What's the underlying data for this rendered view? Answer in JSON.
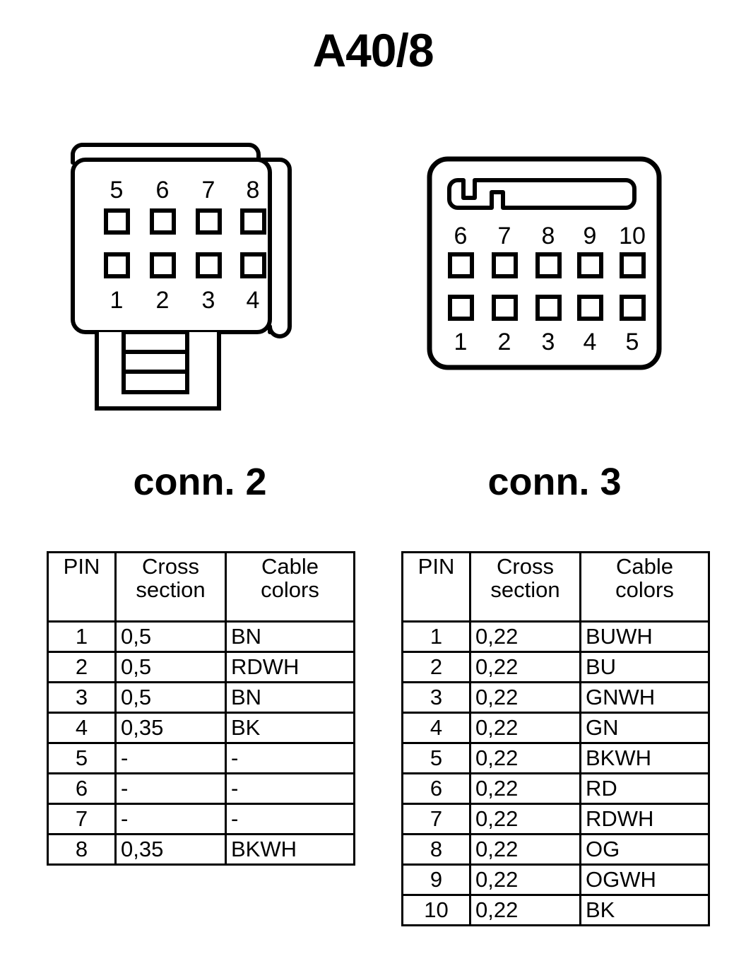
{
  "title": "A40/8",
  "colors": {
    "ink": "#000000",
    "background": "#ffffff"
  },
  "connectors": [
    {
      "id": "conn-2",
      "caption": "conn. 2",
      "shape": "rounded-rect-with-backplate-and-latch-tab",
      "pin_count": 8,
      "grid": {
        "cols": 4,
        "rows": 2
      },
      "pin_labels_top": [
        "5",
        "6",
        "7",
        "8"
      ],
      "pin_labels_bottom": [
        "1",
        "2",
        "3",
        "4"
      ]
    },
    {
      "id": "conn-3",
      "caption": "conn. 3",
      "shape": "rounded-rect-with-notched-latch-bar",
      "pin_count": 10,
      "grid": {
        "cols": 5,
        "rows": 2
      },
      "pin_labels_top": [
        "6",
        "7",
        "8",
        "9",
        "10"
      ],
      "pin_labels_bottom": [
        "1",
        "2",
        "3",
        "4",
        "5"
      ]
    }
  ],
  "tables": [
    {
      "id": "pin-table-2",
      "for_connector": "conn. 2",
      "headers": {
        "pin": "PIN",
        "cross_line1": "Cross",
        "cross_line2": "section",
        "color_line1": "Cable",
        "color_line2": "colors"
      },
      "rows": [
        {
          "pin": "1",
          "cross_section": "0,5",
          "cable_colors": "BN"
        },
        {
          "pin": "2",
          "cross_section": "0,5",
          "cable_colors": "RDWH"
        },
        {
          "pin": "3",
          "cross_section": "0,5",
          "cable_colors": "BN"
        },
        {
          "pin": "4",
          "cross_section": "0,35",
          "cable_colors": "BK"
        },
        {
          "pin": "5",
          "cross_section": "-",
          "cable_colors": "-"
        },
        {
          "pin": "6",
          "cross_section": "-",
          "cable_colors": "-"
        },
        {
          "pin": "7",
          "cross_section": "-",
          "cable_colors": "-"
        },
        {
          "pin": "8",
          "cross_section": "0,35",
          "cable_colors": "BKWH"
        }
      ]
    },
    {
      "id": "pin-table-3",
      "for_connector": "conn. 3",
      "headers": {
        "pin": "PIN",
        "cross_line1": "Cross",
        "cross_line2": "section",
        "color_line1": "Cable",
        "color_line2": "colors"
      },
      "rows": [
        {
          "pin": "1",
          "cross_section": "0,22",
          "cable_colors": "BUWH"
        },
        {
          "pin": "2",
          "cross_section": "0,22",
          "cable_colors": "BU"
        },
        {
          "pin": "3",
          "cross_section": "0,22",
          "cable_colors": "GNWH"
        },
        {
          "pin": "4",
          "cross_section": "0,22",
          "cable_colors": "GN"
        },
        {
          "pin": "5",
          "cross_section": "0,22",
          "cable_colors": "BKWH"
        },
        {
          "pin": "6",
          "cross_section": "0,22",
          "cable_colors": "RD"
        },
        {
          "pin": "7",
          "cross_section": "0,22",
          "cable_colors": "RDWH"
        },
        {
          "pin": "8",
          "cross_section": "0,22",
          "cable_colors": "OG"
        },
        {
          "pin": "9",
          "cross_section": "0,22",
          "cable_colors": "OGWH"
        },
        {
          "pin": "10",
          "cross_section": "0,22",
          "cable_colors": "BK"
        }
      ]
    }
  ]
}
